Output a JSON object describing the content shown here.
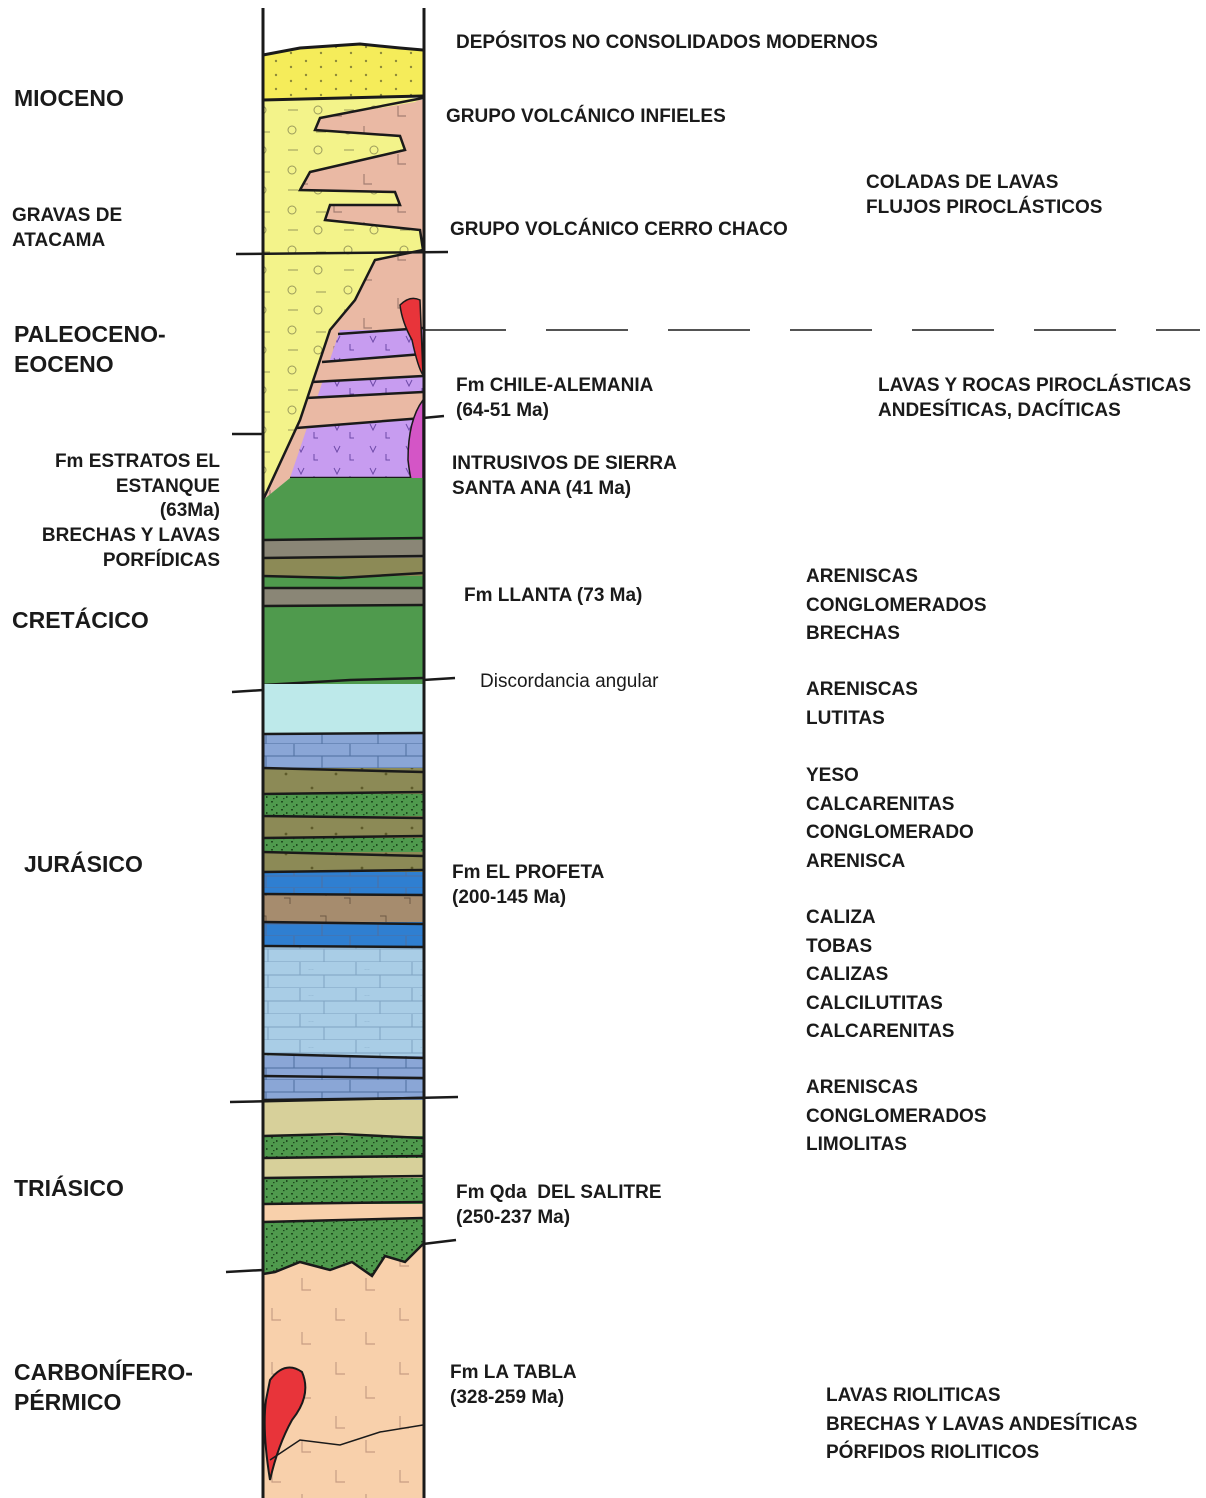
{
  "ages": {
    "mioceno": "MIOCENO",
    "paleoceno": [
      "PALEOCENO-",
      "EOCENO"
    ],
    "cretacico": "CRETÁCICO",
    "jurasico": "JURÁSICO",
    "triasico": "TRIÁSICO",
    "carbonifero": [
      "CARBONÍFERO-",
      "PÉRMICO"
    ]
  },
  "units_left": {
    "gravas": [
      "GRAVAS DE",
      "ATACAMA"
    ],
    "estratos": [
      "Fm ESTRATOS EL",
      "ESTANQUE",
      "(63Ma)",
      "BRECHAS Y LAVAS",
      "PORFÍDICAS"
    ]
  },
  "formations": {
    "depositos": "DEPÓSITOS NO CONSOLIDADOS MODERNOS",
    "infieles": "GRUPO VOLCÁNICO INFIELES",
    "cerro_chaco": "GRUPO VOLCÁNICO CERRO CHACO",
    "chile_alemania": [
      "Fm CHILE-ALEMANIA",
      "(64-51 Ma)"
    ],
    "sierra_santa_ana": [
      "INTRUSIVOS DE SIERRA",
      "SANTA ANA (41 Ma)"
    ],
    "llanta": "Fm LLANTA (73 Ma)",
    "discordancia": "Discordancia angular",
    "el_profeta": [
      "Fm EL PROFETA",
      "(200-145 Ma)"
    ],
    "salitre": [
      "Fm Qda  DEL SALITRE",
      "(250-237 Ma)"
    ],
    "la_tabla": [
      "Fm LA TABLA",
      "(328-259 Ma)"
    ]
  },
  "lithology": {
    "coladas": [
      "COLADAS DE LAVAS",
      "FLUJOS PIROCLÁSTICOS"
    ],
    "lavas_rocas": [
      "LAVAS Y ROCAS PIROCLÁSTICAS",
      "ANDESÍTICAS, DACÍTICAS"
    ],
    "llanta": [
      "ARENISCAS",
      "CONGLOMERADOS",
      "BRECHAS"
    ],
    "areniscas_lutitas": [
      "ARENISCAS",
      "LUTITAS"
    ],
    "profeta_upper": [
      "YESO",
      "CALCARENITAS",
      "CONGLOMERADO",
      "ARENISCA"
    ],
    "profeta_lower": [
      "CALIZA",
      "TOBAS",
      "CALIZAS",
      "CALCILUTITAS",
      "CALCARENITAS"
    ],
    "salitre": [
      "ARENISCAS",
      "CONGLOMERADOS",
      "LIMOLITAS"
    ],
    "la_tabla": [
      "LAVAS RIOLITICAS",
      "BRECHAS Y LAVAS ANDESÍTICAS",
      "PÓRFIDOS RIOLITICOS"
    ]
  },
  "colors": {
    "depositos": "#f5ec5a",
    "gravas": "#f3f38a",
    "volcanico": "#eab9a4",
    "chile_alemania": "#c79cf0",
    "intrusive_red": "#e8343a",
    "intrusive_magenta": "#d455c6",
    "green": "#4f9a4d",
    "grey_band": "#8a8676",
    "olive": "#8c8a56",
    "light_cyan": "#bde9ea",
    "blue_lime": "#8aa6d6",
    "bright_blue": "#2f7fd1",
    "tan": "#a68c6e",
    "light_blue": "#a9cde6",
    "khaki": "#d7d09a",
    "peach": "#f8d0ab"
  }
}
